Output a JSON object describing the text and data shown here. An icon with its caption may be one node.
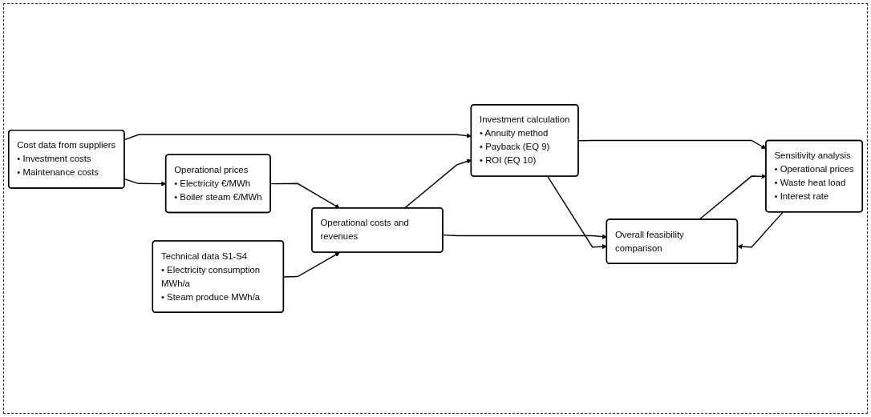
{
  "diagram": {
    "nodes": [
      {
        "text": [
          "Operational prices",
          "• Electricity €/MWh",
          "• Boiler steam €/MWh"
        ]
      },
      {
        "text": [
          "Operational costs and revenues"
        ]
      },
      {
        "text": [
          "Technical data S1-S4",
          "• Electricity consumption MWh/a",
          "• Steam produce MWh/a"
        ]
      },
      {
        "text": [
          "Cost data from suppliers",
          "• Investment costs",
          "• Maintenance costs"
        ]
      },
      {
        "text": [
          "Investment calculation",
          "• Annuity method",
          "• Payback (EQ 9)",
          "• ROI (EQ 10)"
        ]
      },
      {
        "text": [
          "Sensitivity analysis",
          "• Operational prices",
          "• Waste heat load",
          "• Interest rate"
        ]
      },
      {
        "text": [
          "Overall feasibility comparison"
        ]
      }
    ],
    "edges": [
      {
        "from": 0,
        "to": 1,
        "arrow": "to"
      },
      {
        "from": 2,
        "to": 1,
        "arrow": "to"
      },
      {
        "from": 3,
        "to": 0,
        "arrow": "to"
      },
      {
        "from": 3,
        "to": 4,
        "arrow": "to"
      },
      {
        "from": 1,
        "to": 4,
        "arrow": "to"
      },
      {
        "from": 1,
        "to": 6,
        "arrow": "to"
      },
      {
        "from": 4,
        "to": 6,
        "arrow": "to"
      },
      {
        "from": 4,
        "to": 5,
        "arrow": "to"
      },
      {
        "from": 6,
        "to": 5,
        "arrow": "to"
      },
      {
        "from": 5,
        "to": 6,
        "arrow": "to"
      }
    ]
  }
}
